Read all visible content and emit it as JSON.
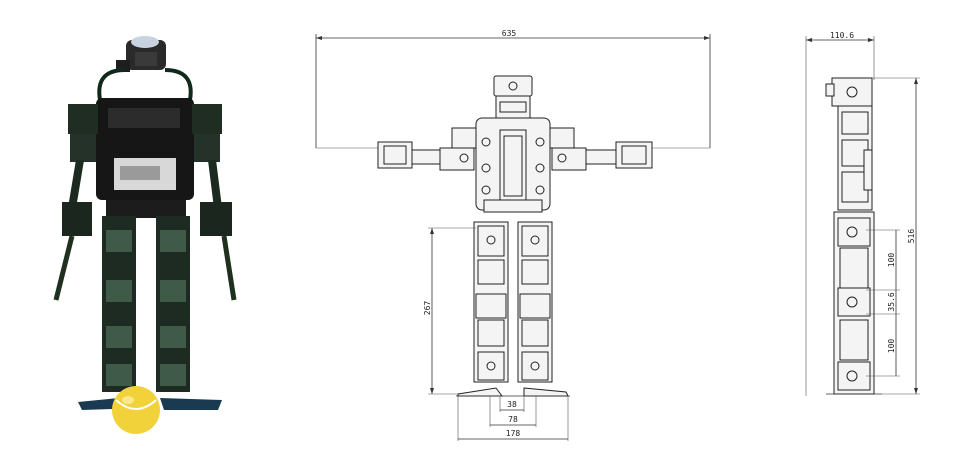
{
  "front_view": {
    "dims": {
      "width_overall": "635",
      "leg_height": "267",
      "inner_gap": "38",
      "ankle_span": "78",
      "foot_span": "178"
    }
  },
  "side_view": {
    "dims": {
      "depth": "110.6",
      "total_height": "516",
      "thigh": "100",
      "knee": "35.6",
      "shin": "100"
    }
  }
}
